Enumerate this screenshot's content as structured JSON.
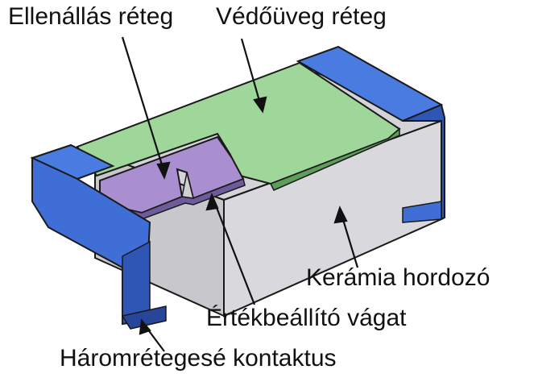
{
  "labels": {
    "resistive_layer": "Ellenállás réteg",
    "glass_layer": "Védőüveg réteg",
    "ceramic_substrate": "Kerámia hordozó",
    "trim_cut": "Értékbeállító vágat",
    "triple_contact": "Háromrétegesé kontaktus"
  },
  "colors": {
    "terminal_blue": "#3f6fd6",
    "terminal_blue_dark": "#27469a",
    "glass_green": "#9fd79a",
    "resistor_purple": "#a98fd0",
    "ceramic_grey": "#d9d9dd",
    "outline": "#1a1a1a"
  }
}
